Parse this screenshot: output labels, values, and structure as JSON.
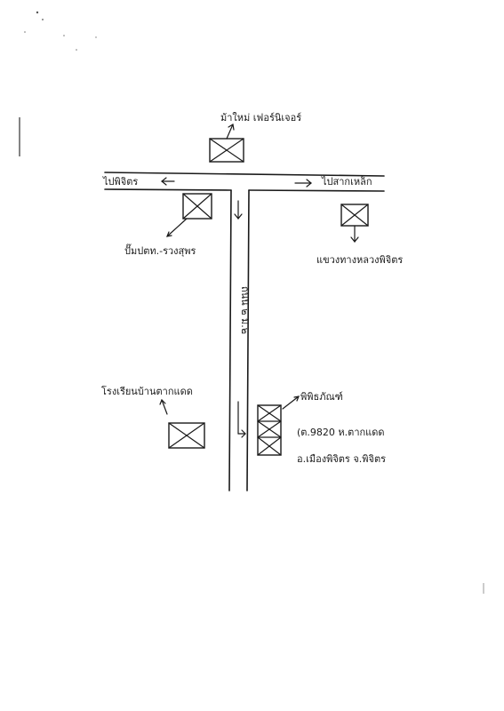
{
  "map": {
    "road_left": "ไปพิจิตร",
    "road_right": "ไปสากเหล็ก",
    "main_road": "ถนน ๒ ม.๒",
    "top_landmark": "ม้าใหม่ เฟอร์นิเจอร์",
    "left_landmark": "ปั๊มปตท.-รวงสุพร",
    "right_landmark": "แขวงทางหลวงพิจิตร",
    "school": "โรงเรียนบ้านตากแดด",
    "destination": {
      "name": "พิพิธภัณฑ์",
      "address_line1": "(ต.9820 ห.ตากแดด",
      "address_line2": "อ.เมืองพิจิตร จ.พิจิตร"
    }
  }
}
